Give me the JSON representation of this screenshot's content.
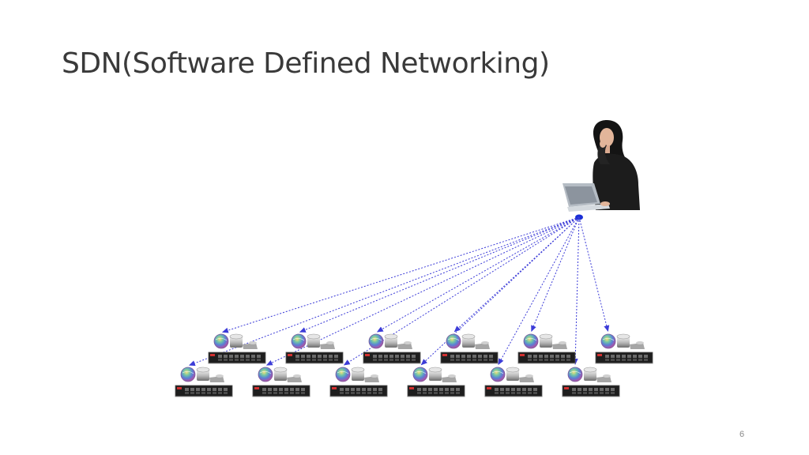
{
  "slide": {
    "title": "SDN(Software Defined Networking)",
    "page_number": "6"
  },
  "diagram": {
    "controller": "operator-with-laptop",
    "link_style": "dotted",
    "link_color": "#3c3cd8",
    "node_count": 12,
    "rows": 2,
    "nodes_per_row": 6
  },
  "colors": {
    "title": "#3a3a3a",
    "page_number": "#8a8a8a",
    "links": "#3c3cd8",
    "switch_body": "#1e1e1e",
    "controller_hub": "#1a2fd6"
  }
}
